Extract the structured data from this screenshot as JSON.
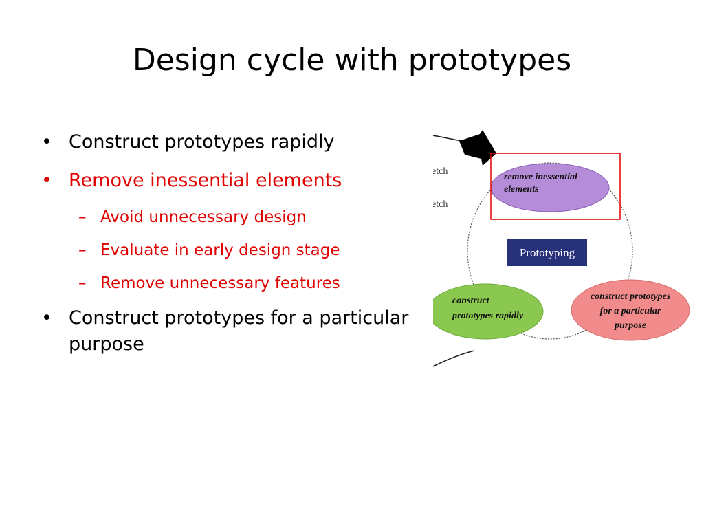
{
  "slide": {
    "title": "Design cycle with prototypes",
    "bullets": [
      {
        "text": "Construct prototypes rapidly",
        "level": 1,
        "color": "#000000"
      },
      {
        "text": "Remove inessential elements",
        "level": 1,
        "color": "#e00000"
      },
      {
        "text": "Avoid unnecessary design",
        "level": 2,
        "color": "#e00000"
      },
      {
        "text": "Evaluate in early design stage",
        "level": 2,
        "color": "#e00000"
      },
      {
        "text": "Remove unnecessary features",
        "level": 2,
        "color": "#e00000"
      },
      {
        "text": "Construct prototypes for a particular purpose",
        "level": 1,
        "color": "#000000"
      }
    ],
    "bullet_marks": {
      "level1": "•",
      "level2": "–"
    }
  },
  "diagram": {
    "center_label": "Prototyping",
    "cut_labels": [
      "etch",
      "etch"
    ],
    "nodes": [
      {
        "id": "remove",
        "lines": [
          "remove inessential",
          "elements"
        ],
        "color": "#b48cd8",
        "highlighted": true
      },
      {
        "id": "construct-rapid",
        "lines": [
          "construct",
          "prototypes rapidly"
        ],
        "color": "#8ac850"
      },
      {
        "id": "construct-purpose",
        "lines": [
          "construct prototypes",
          "for a particular",
          "purpose"
        ],
        "color": "#f28c8c"
      }
    ],
    "colors": {
      "center_box": "#27317a",
      "highlight": "#e00000"
    }
  }
}
